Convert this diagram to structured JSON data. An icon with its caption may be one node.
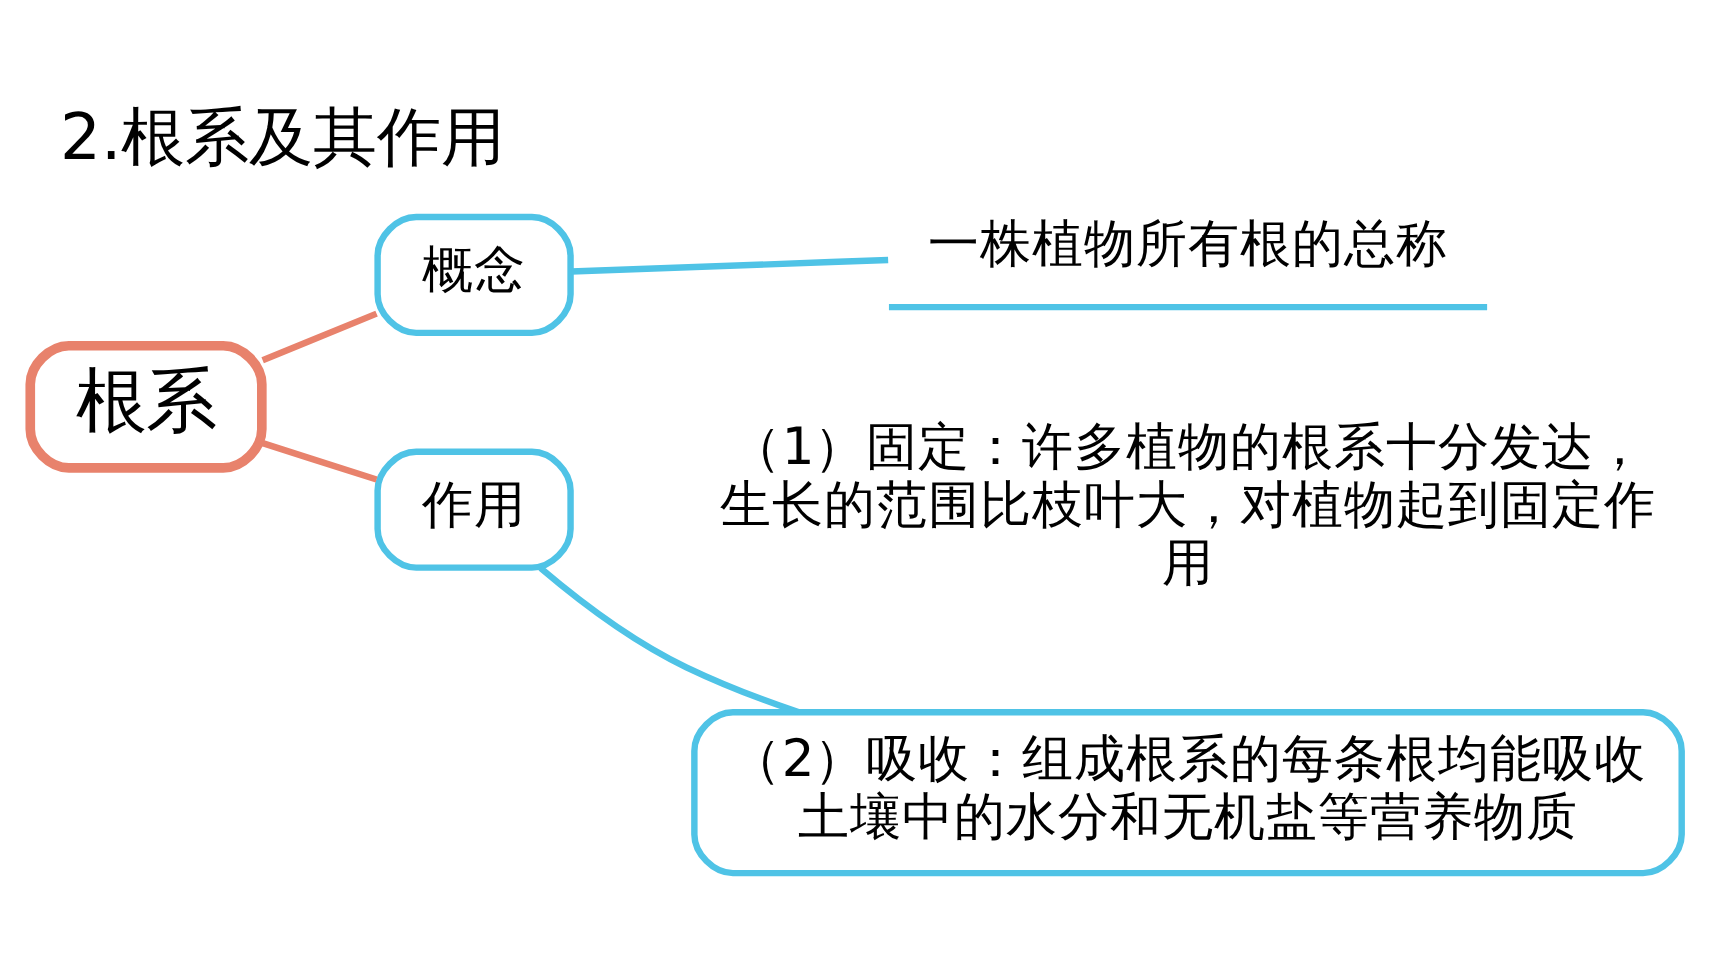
{
  "diagram": {
    "title": "2.根系及其作用",
    "nodes": [
      {
        "text": [
          "根系"
        ]
      },
      {
        "text": [
          "概念"
        ]
      },
      {
        "text": [
          "作用"
        ]
      },
      {
        "text": [
          "一株植物所有根的总称"
        ]
      },
      {
        "text": [
          "（2）吸收：组成根系的每条根均能吸收土壤中的水分和无机盐等营养物质"
        ]
      }
    ],
    "edges": [
      {
        "from": 0,
        "to": 1,
        "arrow": "none",
        "color": "#e8826c"
      },
      {
        "from": 0,
        "to": 2,
        "arrow": "none",
        "color": "#e8826c"
      },
      {
        "from": 1,
        "to": 3,
        "arrow": "none",
        "color": "#4fc3e6"
      },
      {
        "from": 2,
        "to": 4,
        "arrow": "none",
        "color": "#4fc3e6"
      }
    ],
    "labels": [
      "（1）固定：许多植物的根系十分发达，生长的范围比枝叶大，对植物起到固定作用"
    ]
  }
}
